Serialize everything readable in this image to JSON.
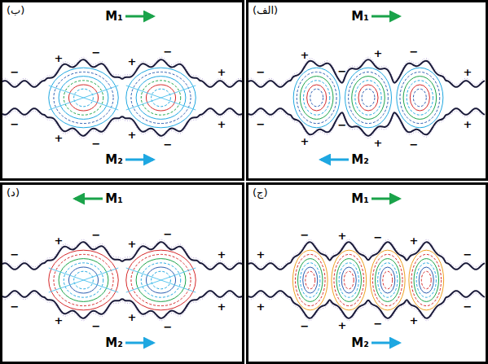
{
  "diagram": {
    "labels": [
      "(الف)",
      "M₁",
      "M₂",
      "−",
      "+",
      "−",
      "+",
      "−",
      "+",
      "−",
      "+",
      "−",
      "+",
      "−",
      "+",
      "(ب)",
      "M₁",
      "M₂",
      "−",
      "+",
      "−",
      "+",
      "−",
      "+",
      "−",
      "+",
      "−",
      "+",
      "−",
      "+",
      "(ج)",
      "M₁",
      "M₂",
      "+",
      "−",
      "+",
      "−",
      "+",
      "−",
      "+",
      "−",
      "+",
      "−",
      "+",
      "−",
      "(د)",
      "M₁",
      "M₂",
      "−",
      "+",
      "−",
      "+",
      "−",
      "+",
      "−",
      "+",
      "−",
      "+",
      "−",
      "+"
    ]
  }
}
